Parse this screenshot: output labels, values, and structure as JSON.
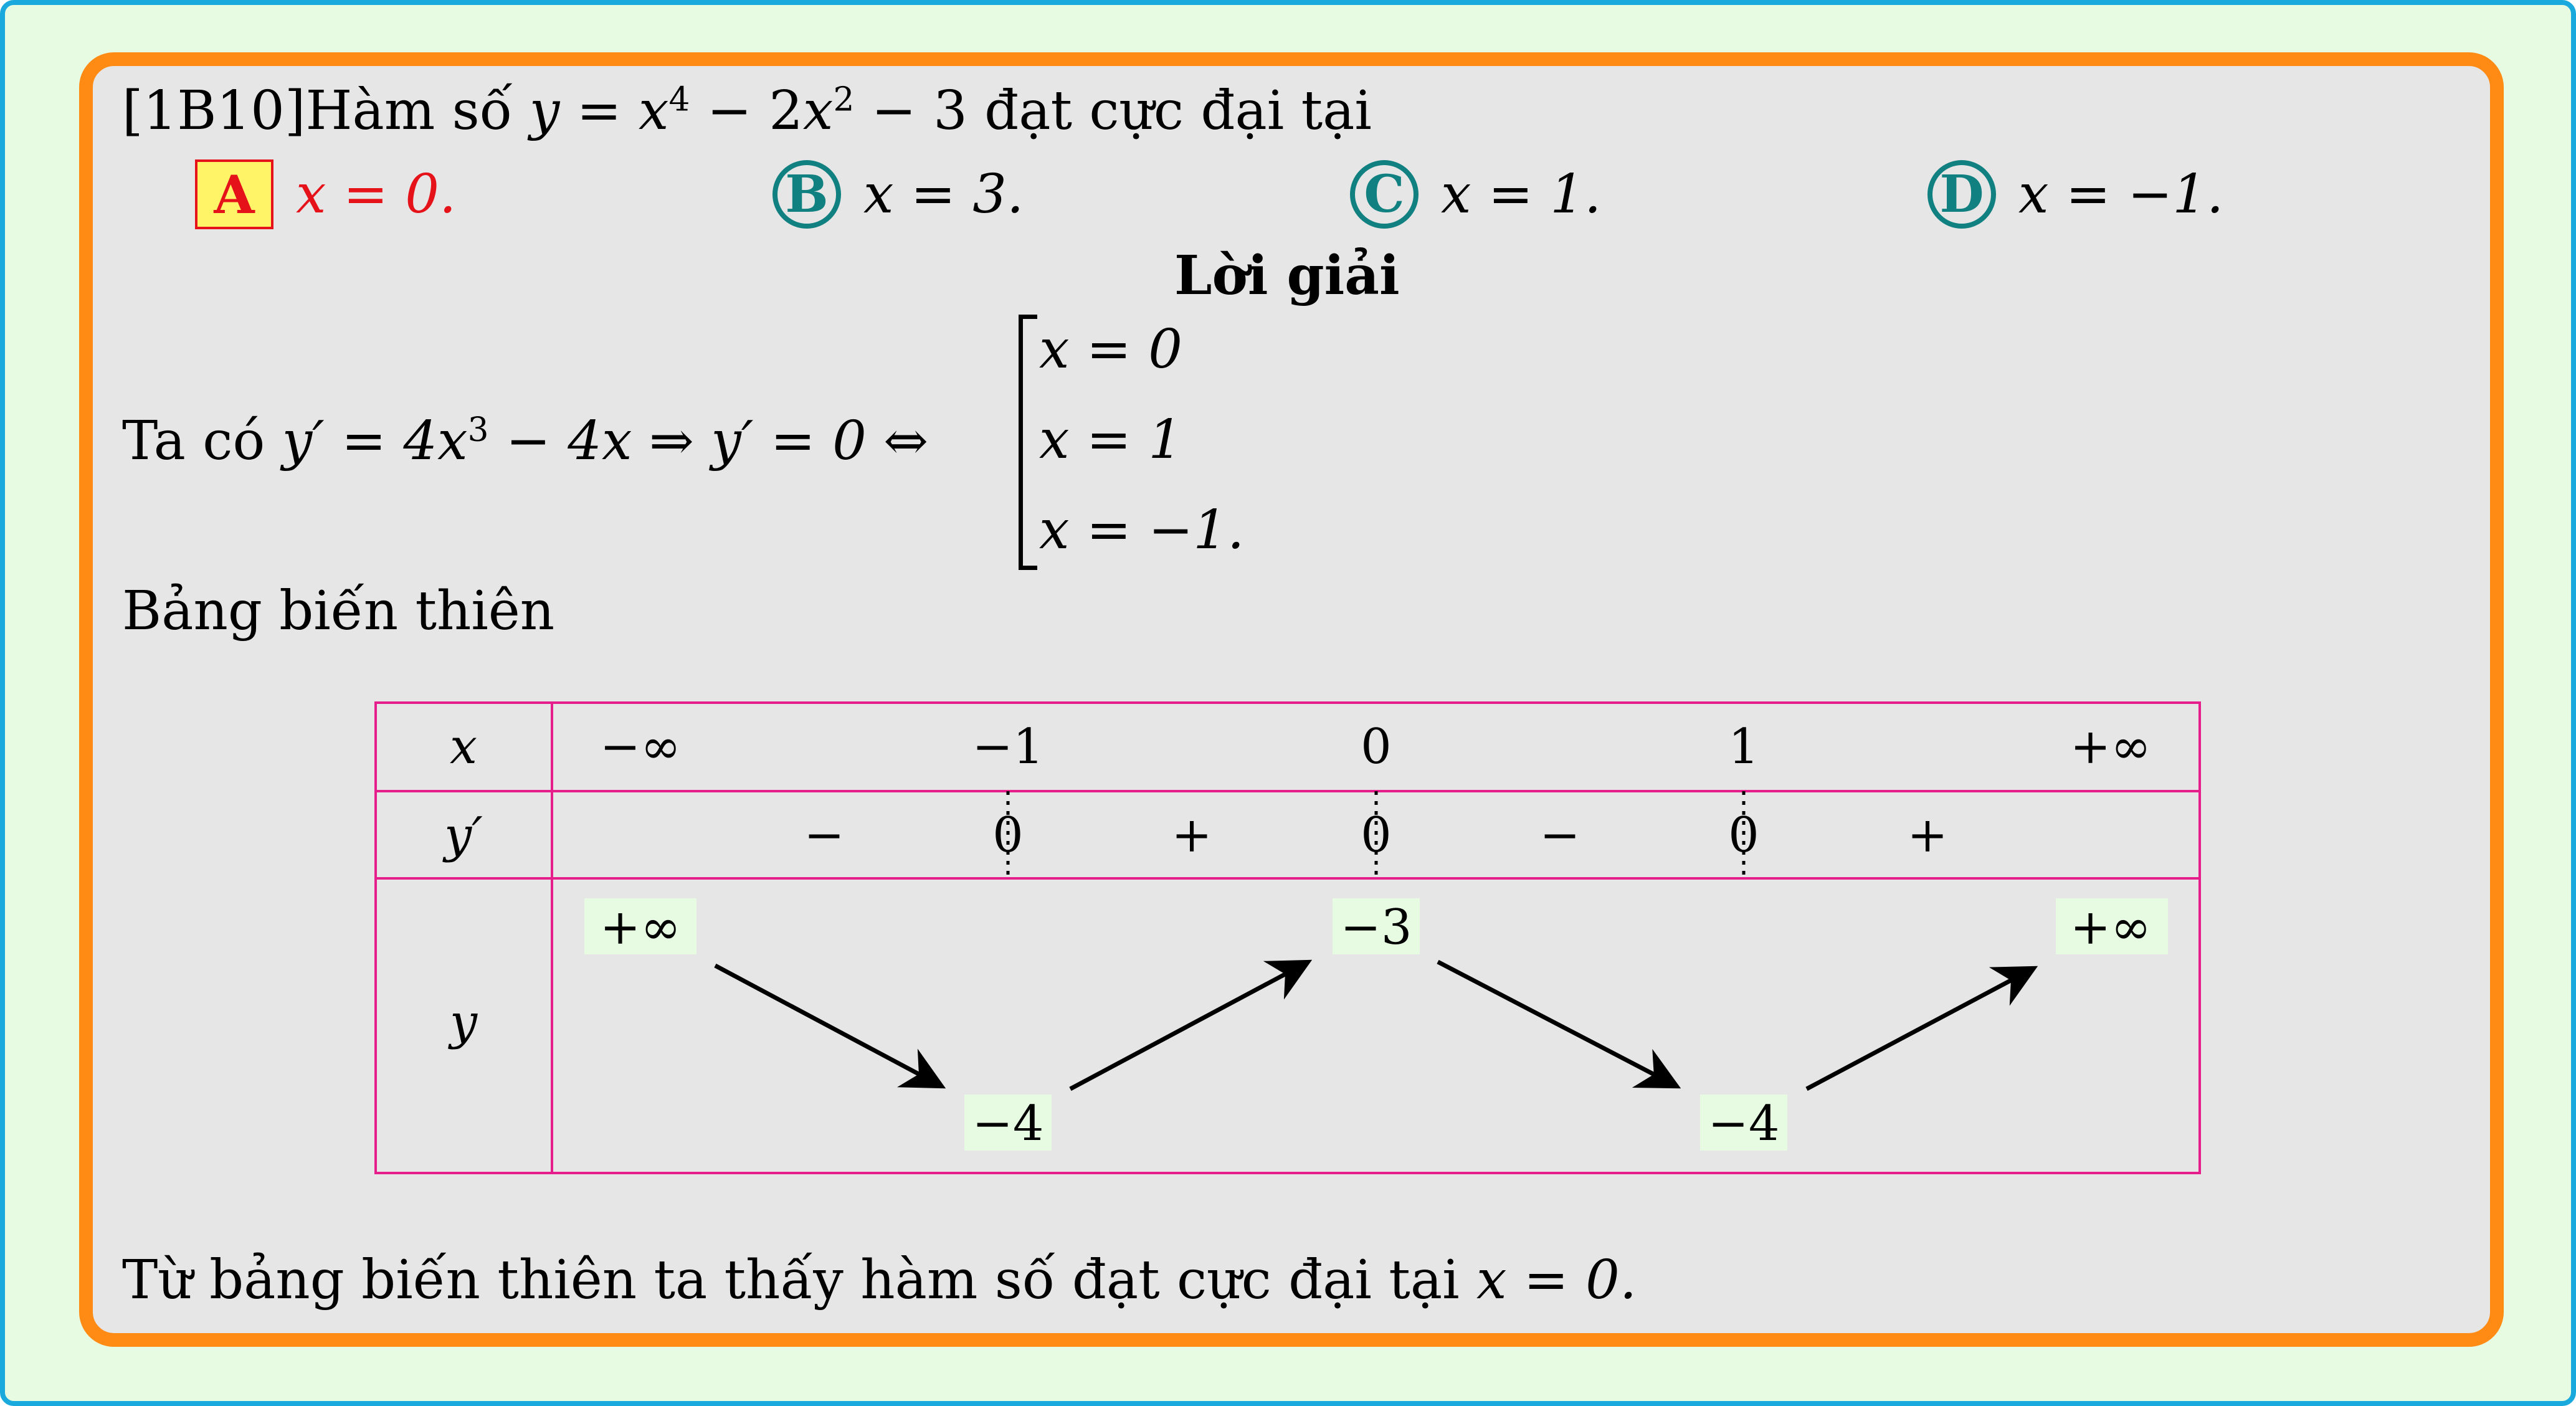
{
  "question": {
    "code": "[1B10]",
    "text_before": "Hàm số ",
    "fn_y": "y",
    "fn_eq": " = ",
    "fn_x": "x",
    "exp4": "4",
    "fn_mid": " − 2",
    "fn_x2": "x",
    "exp2": "2",
    "fn_end": " − 3",
    "text_after": " đạt cực đại tại"
  },
  "options": [
    {
      "letter": "A",
      "value": "x = 0.",
      "correct": true
    },
    {
      "letter": "B",
      "value": "x = 3.",
      "correct": false
    },
    {
      "letter": "C",
      "value": "x = 1.",
      "correct": false
    },
    {
      "letter": "D",
      "value": "x = −1.",
      "correct": false
    }
  ],
  "solution": {
    "heading": "Lời giải",
    "line1_prefix": "Ta có ",
    "line1_math": "y′ = 4x",
    "line1_exp": "3",
    "line1_rest": " − 4x ⇒ y′ = 0 ⇔",
    "cases": [
      "x = 0",
      "x = 1",
      "x = −1."
    ],
    "table_label": "Bảng biến thiên",
    "conclusion_prefix": "Từ bảng biến thiên ta thấy hàm số đạt cực đại tại ",
    "conclusion_math": "x = 0."
  },
  "variation_table": {
    "row_labels": [
      "x",
      "y′",
      "y"
    ],
    "x_values": [
      "−∞",
      "−1",
      "0",
      "1",
      "+∞"
    ],
    "derivative_signs": [
      "−",
      "0",
      "+",
      "0",
      "−",
      "0",
      "+"
    ],
    "y_values": [
      "+∞",
      "−4",
      "−3",
      "−4",
      "+∞"
    ]
  },
  "colors": {
    "outer_bg": "#e6fbe2",
    "outer_border": "#1aa9dc",
    "card_bg": "#e6e6e6",
    "card_border": "#ff8a14",
    "option_teal": "#118080",
    "correct_red": "#e5121a",
    "correct_fill": "#fff467",
    "table_magenta": "#e61e8c"
  }
}
